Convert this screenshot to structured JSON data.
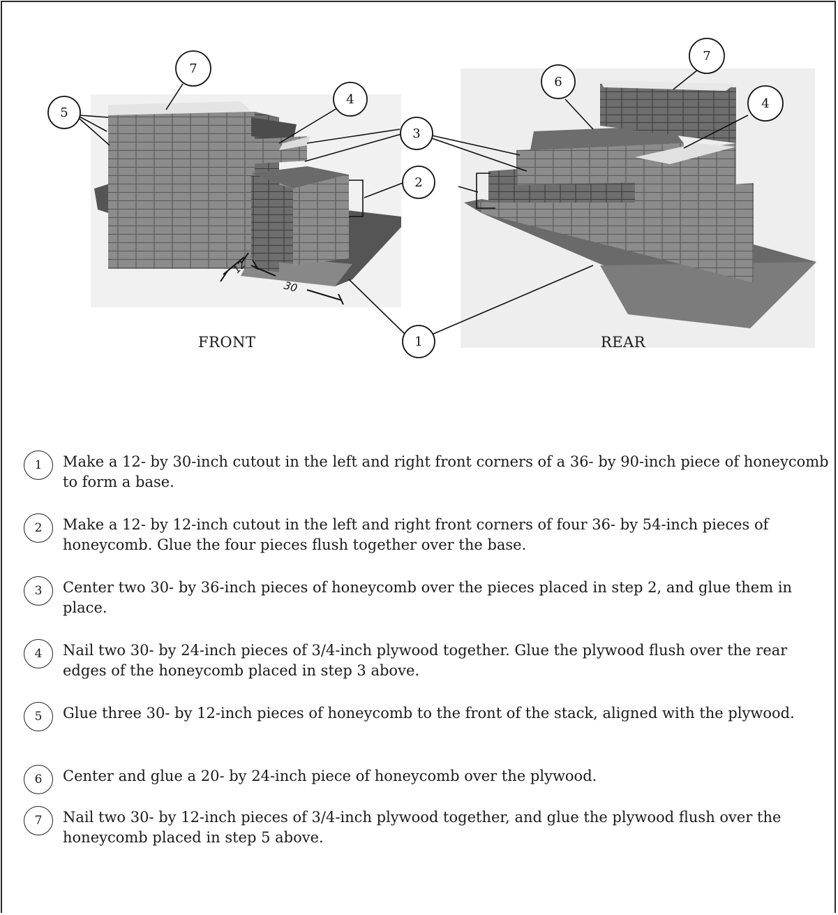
{
  "figure": {
    "labels": {
      "front": "FRONT",
      "rear": "REAR"
    },
    "dimensions": {
      "depth": "12",
      "width": "30"
    },
    "callouts": [
      "1",
      "2",
      "3",
      "4",
      "5",
      "6",
      "7"
    ]
  },
  "steps": [
    {
      "num": "1",
      "text": "Make a 12- by 30-inch cutout in the left and right front corners of a 36- by 90-inch piece of honeycomb to form a base."
    },
    {
      "num": "2",
      "text": "Make a 12- by 12-inch cutout in the left and right front corners of four 36- by 54-inch pieces of honeycomb. Glue the four pieces flush together over the base."
    },
    {
      "num": "3",
      "text": "Center two 30- by 36-inch pieces of honeycomb over the pieces placed in step 2, and glue them in place."
    },
    {
      "num": "4",
      "text": "Nail two 30- by 24-inch pieces of 3/4-inch plywood together. Glue the plywood flush over the rear edges of the honeycomb placed in step 3 above."
    },
    {
      "num": "5",
      "text": "Glue three 30- by 12-inch pieces of honeycomb to the front of the stack, aligned with the plywood."
    },
    {
      "num": "6",
      "text": "Center and glue a 20- by 24-inch piece of honeycomb over the plywood."
    },
    {
      "num": "7",
      "text": "Nail two 30- by 12-inch pieces of 3/4-inch plywood together, and glue the plywood flush over the honeycomb placed in step 5 above."
    }
  ]
}
